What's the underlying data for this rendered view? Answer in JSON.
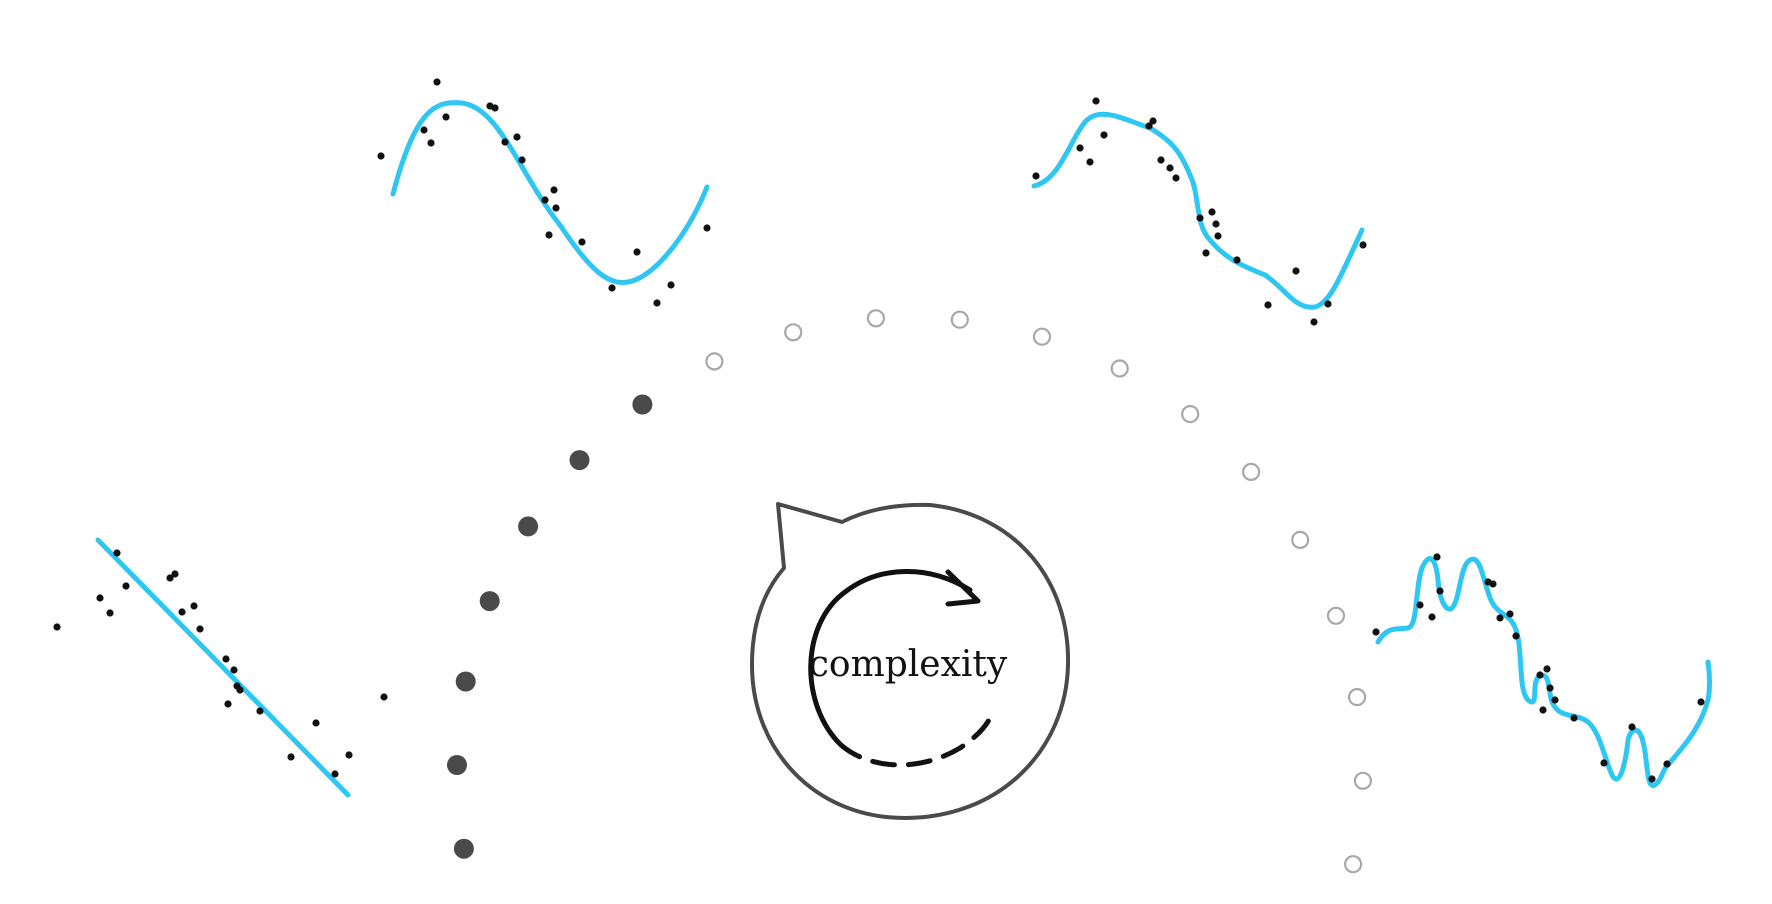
{
  "diagram": {
    "dial_label": "complexity",
    "colors": {
      "fit_curve": "#2ec6f2",
      "data_point": "#111111",
      "dot_filled": "#4a4a4a",
      "dot_empty_stroke": "#a8a8a8",
      "dial_outline": "#4a4a4a",
      "dial_arrow": "#111111"
    },
    "arc_progress": {
      "filled_dots": 7,
      "total_dots": 20
    },
    "panels": [
      {
        "id": "linear",
        "description_icon": "linear-fit"
      },
      {
        "id": "smooth-sine",
        "description_icon": "good-fit"
      },
      {
        "id": "wiggly-sine",
        "description_icon": "slight-overfit"
      },
      {
        "id": "overfit",
        "description_icon": "heavy-overfit"
      }
    ]
  }
}
